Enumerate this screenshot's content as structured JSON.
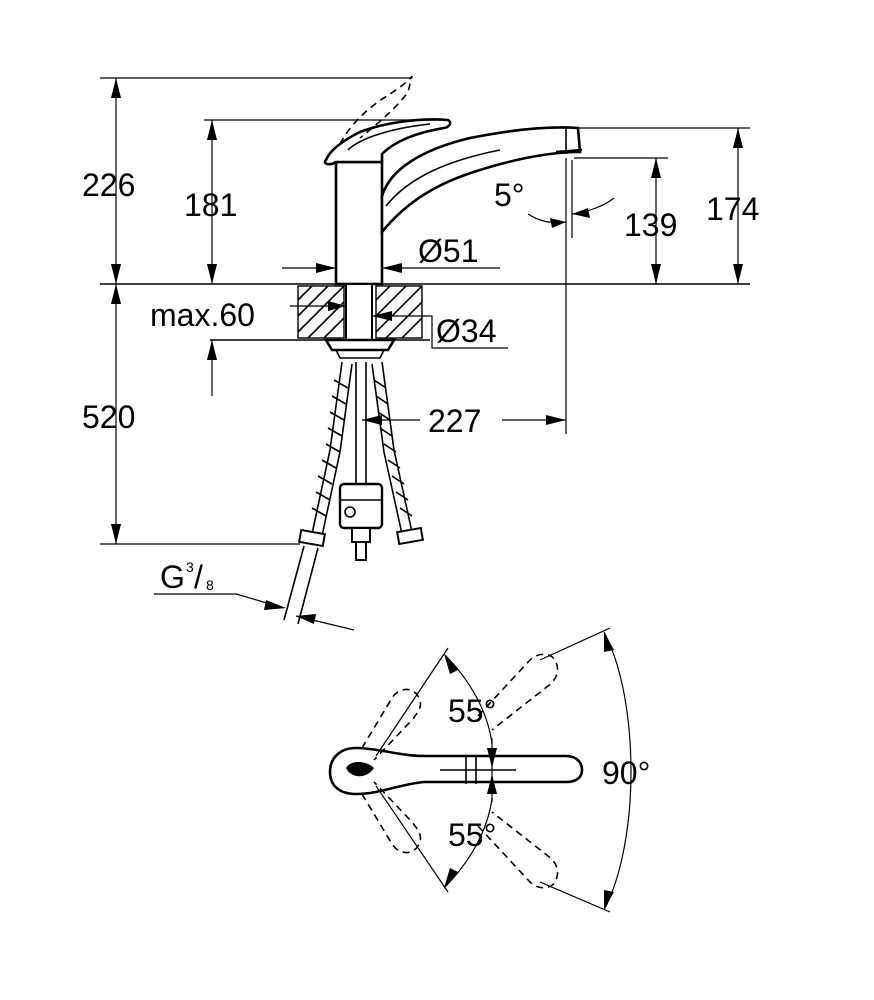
{
  "dimensions": {
    "total_height": "226",
    "body_height": "181",
    "spout_outlet_angle": "5°",
    "outlet_height": "139",
    "spout_top_height": "174",
    "body_diameter": "Ø51",
    "max_deck_thickness": "max.60",
    "hole_diameter": "Ø34",
    "hose_length": "520",
    "spout_reach": "227",
    "connection_thread_prefix": "G",
    "connection_thread_numerator": "3",
    "connection_thread_denominator": "8"
  },
  "handle_rotation": {
    "angle_up": "55°",
    "angle_down": "55°",
    "total_swivel": "90°"
  }
}
